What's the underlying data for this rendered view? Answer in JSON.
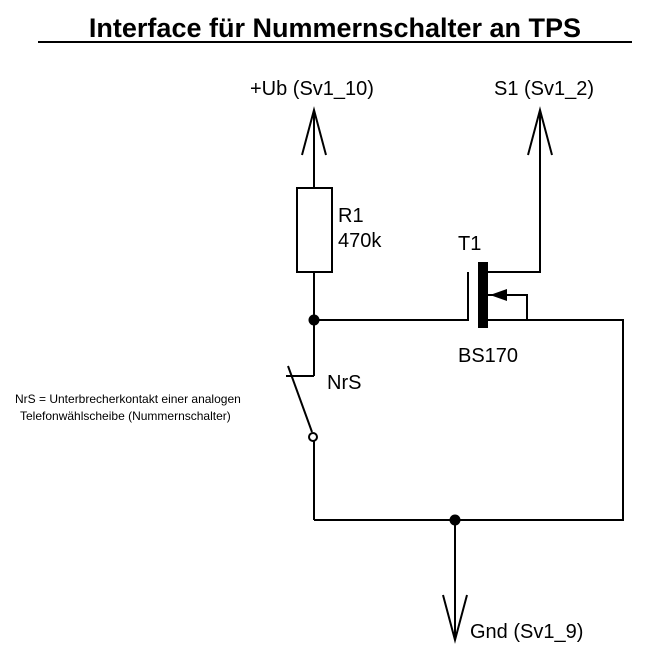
{
  "title": "Interface für Nummernschalter an TPS",
  "labels": {
    "ub": "+Ub (Sv1_10)",
    "s1": "S1 (Sv1_2)",
    "gnd": "Gnd (Sv1_9)",
    "r1_name": "R1",
    "r1_value": "470k",
    "t1_name": "T1",
    "t1_type": "BS170",
    "nrs": "NrS",
    "note_line1": "NrS = Unterbrecherkontakt einer analogen",
    "note_line2": "Telefonwählscheibe (Nummernschalter)"
  }
}
